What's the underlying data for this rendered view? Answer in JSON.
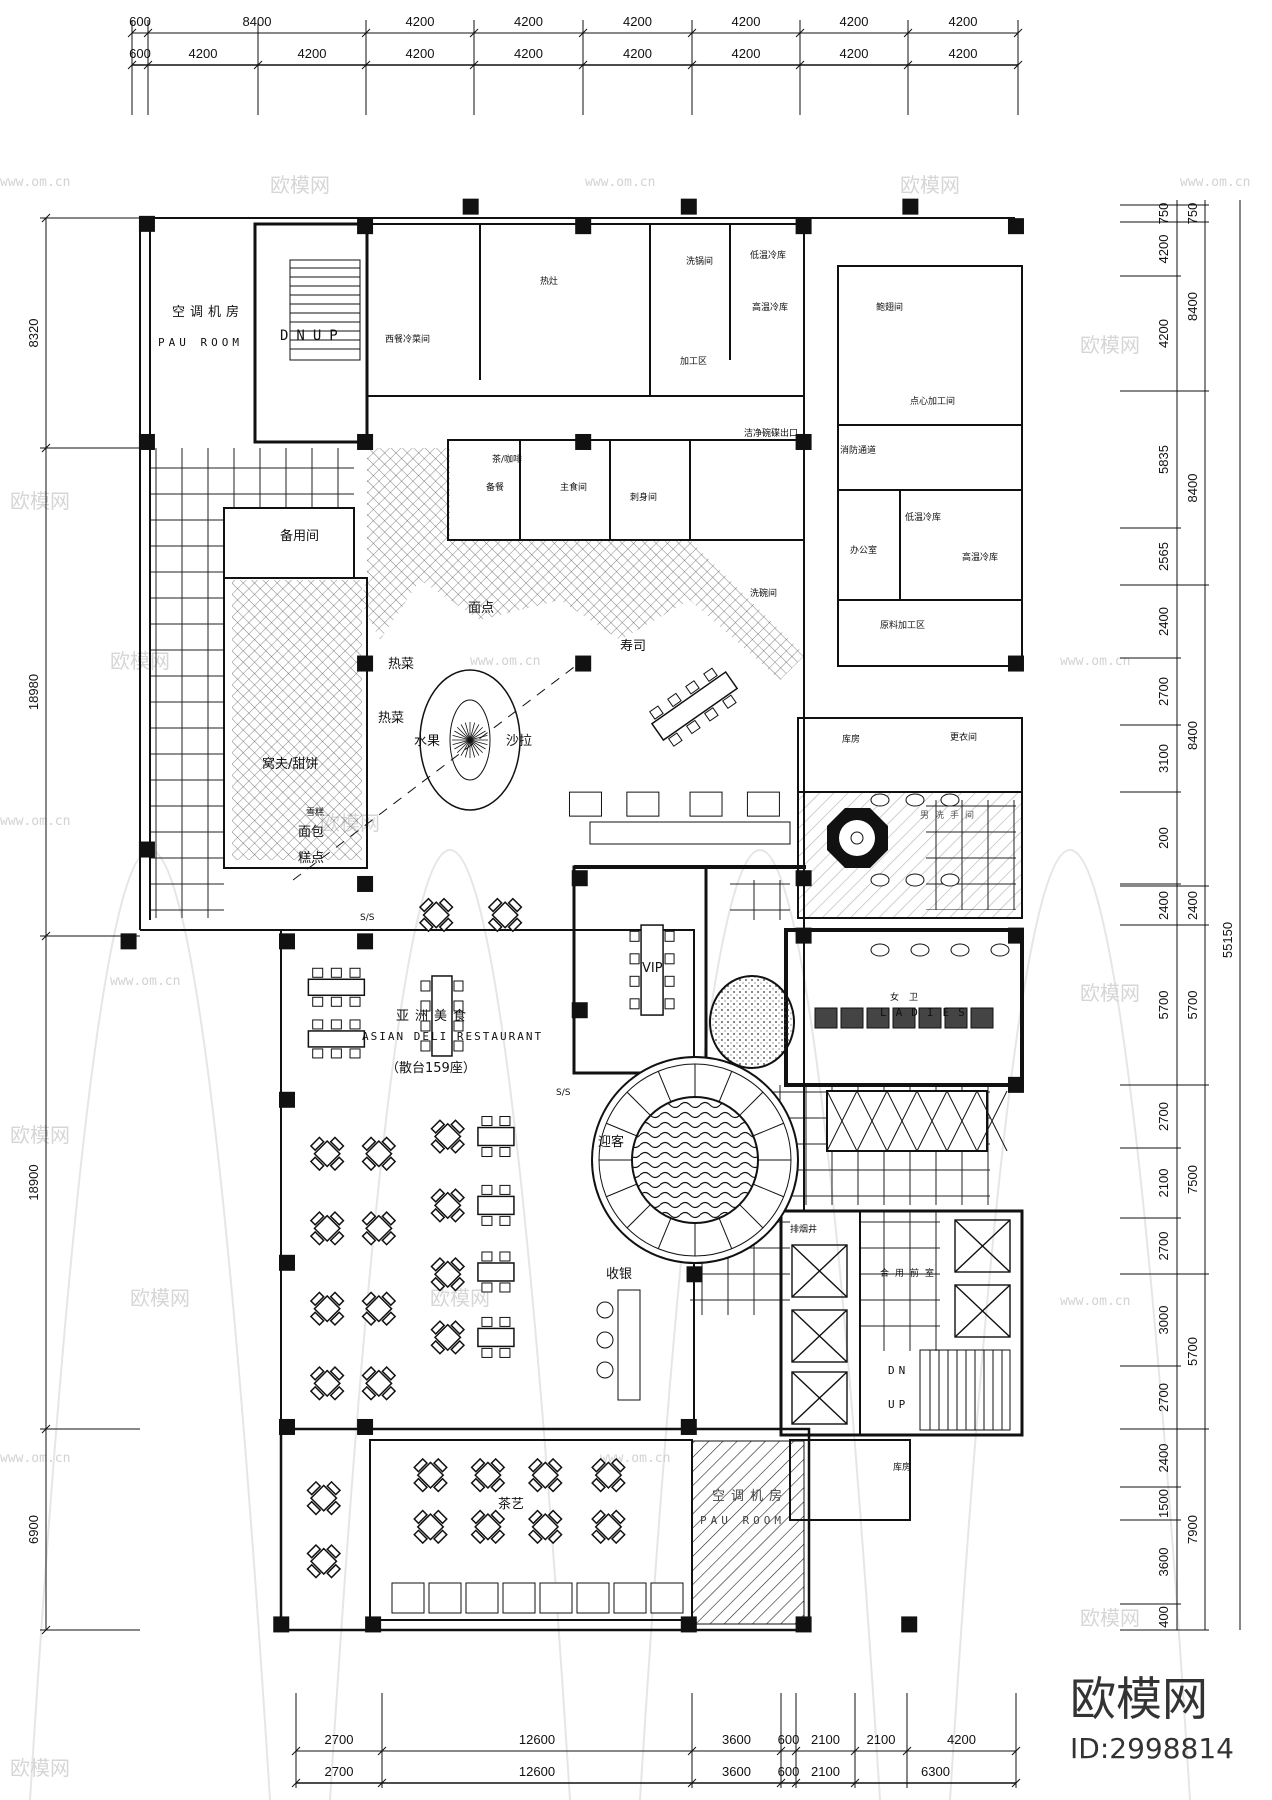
{
  "dimensions": {
    "top_row1": [
      "600",
      "8400",
      "4200",
      "4200",
      "4200",
      "4200",
      "4200",
      "4200"
    ],
    "top_row2": [
      "600",
      "4200",
      "4200",
      "4200",
      "4200",
      "4200",
      "4200",
      "4200",
      "4200"
    ],
    "right_inner": [
      "750",
      "4200",
      "4200",
      "5835",
      "2565",
      "2400",
      "2700",
      "3100",
      "200",
      "2400",
      "5700",
      "2700",
      "2100",
      "2700",
      "3000",
      "2700",
      "2400",
      "1500",
      "3600",
      "400"
    ],
    "right_outer": [
      "750",
      "8400",
      "8400",
      "8400",
      "2400",
      "5700",
      "7500",
      "5700",
      "7900"
    ],
    "right_total": "55150",
    "left": [
      "8320",
      "18980",
      "18900",
      "6900"
    ],
    "bottom_row1": [
      "2700",
      "12600",
      "3600",
      "600",
      "2100",
      "2100",
      "4200"
    ],
    "bottom_row2": [
      "2700",
      "12600",
      "3600",
      "600",
      "2100",
      "6300"
    ]
  },
  "rooms": {
    "pau_top_cn": "空调机房",
    "pau_top_en": "PAU ROOM",
    "stair_top": "DNUP",
    "western_cold": "西餐冷菜间",
    "hot_stove": "热灶",
    "pot_wash": "洗锅间",
    "low_temp_cold": "低温冷库",
    "high_temp_cold": "高温冷库",
    "processing": "加工区",
    "clean_dish_exit": "洁净碗碟出口",
    "tea_coffee": "茶/咖啡",
    "prep": "备餐",
    "staple": "主食间",
    "sashimi": "刺身间",
    "dishwash": "洗碗间",
    "spare": "备用间",
    "pastry": "面点",
    "sushi": "寿司",
    "hot_dish_1": "热菜",
    "hot_dish_2": "热菜",
    "fruit": "水果",
    "salad": "沙拉",
    "waffle": "窝夫/甜饼",
    "ice_cream": "雪糕",
    "bread": "面包",
    "cake": "糕点",
    "abalone": "鲍翅间",
    "dimsum": "点心加工间",
    "fire_passage": "消防通道",
    "office": "办公室",
    "low_temp_cold_2": "低温冷库",
    "high_temp_cold_2": "高温冷库",
    "raw_processing": "原料加工区",
    "storage_1": "库房",
    "locker": "更衣间",
    "mens": "男洗手间",
    "ladies_cn": "女卫",
    "ladies_en": "LADIES",
    "smoke_shaft": "排烟井",
    "shared_lobby": "合用前室",
    "stair_dn": "DN",
    "stair_up": "UP",
    "greeting": "迎客",
    "cashier": "收银",
    "vip": "VIP",
    "restaurant_cn": "亚洲美食",
    "restaurant_en": "ASIAN DELI RESTAURANT",
    "seats": "（散台159座）",
    "tea_art": "茶艺",
    "pau_bottom_cn": "空调机房",
    "pau_bottom_en": "PAU ROOM",
    "storage_2": "库房",
    "ss_1": "S/S",
    "ss_2": "S/S"
  },
  "watermark": {
    "brand": "欧模网",
    "url": "www.om.cn",
    "id": "ID:2998814"
  }
}
